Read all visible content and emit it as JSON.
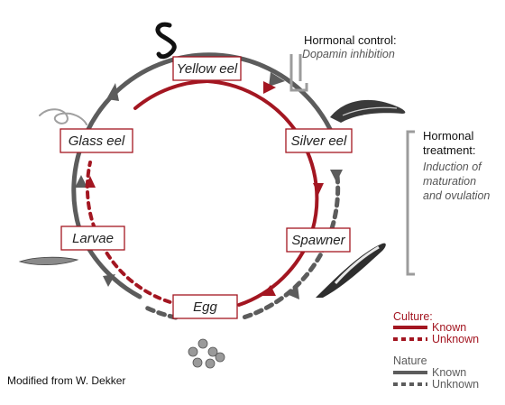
{
  "stages": {
    "yellow_eel": "Yellow eel",
    "silver_eel": "Silver eel",
    "spawner": "Spawner",
    "egg": "Egg",
    "larvae": "Larvae",
    "glass_eel": "Glass eel"
  },
  "hormonal_control": {
    "title": "Hormonal control:",
    "detail": "Dopamin inhibition"
  },
  "hormonal_treatment": {
    "title_line1": "Hormonal",
    "title_line2": "treatment:",
    "detail_line1": "Induction of",
    "detail_line2": "maturation",
    "detail_line3": "and ovulation"
  },
  "legend": {
    "culture": {
      "heading": "Culture:",
      "known": "Known",
      "unknown": "Unknown",
      "color": "#a31621"
    },
    "nature": {
      "heading": "Nature",
      "known": "Known",
      "unknown": "Unknown",
      "color": "#5c5c5c"
    }
  },
  "credit": "Modified from  W. Dekker",
  "icons": [
    "yellow-eel-icon",
    "silver-eel-icon",
    "spawner-eel-icon",
    "eggs-icon",
    "larva-icon",
    "glass-eel-icon"
  ]
}
